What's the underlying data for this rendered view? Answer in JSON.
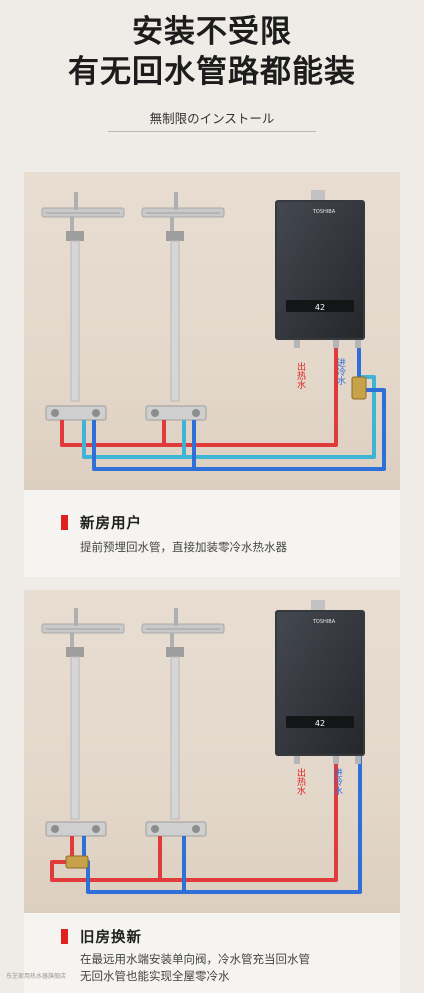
{
  "header": {
    "line1": "安装不受限",
    "line2": "有无回水管路都能装",
    "subtitle": "無制限のインストール"
  },
  "colors": {
    "hot_pipe": "#e13a3a",
    "cold_pipe": "#2f6fd8",
    "cyan_pipe": "#3fb4d6",
    "heater_body": "#33363b",
    "accent": "#e02020"
  },
  "panels": [
    {
      "heater_brand": "TOSHIBA",
      "display": "42",
      "label_hot": "出热水",
      "label_cold": "进冷水",
      "title": "新房用户",
      "desc": [
        "提前预埋回水管，直接加装零冷水热水器"
      ]
    },
    {
      "heater_brand": "TOSHIBA",
      "display": "42",
      "label_hot": "出热水",
      "label_cold": "进冷水",
      "title": "旧房换新",
      "desc": [
        "在最远用水端安装单向阀，冷水管充当回水管",
        "无回水管也能实现全屋零冷水"
      ]
    }
  ],
  "watermark": "东芝家用热水器旗舰店"
}
